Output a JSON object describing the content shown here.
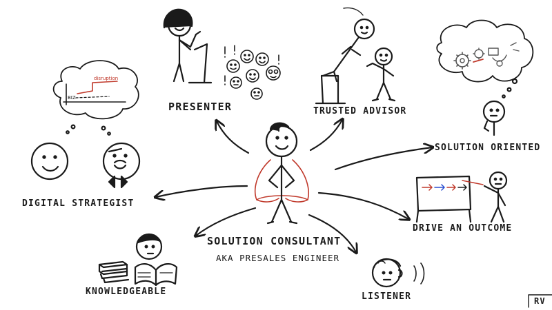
{
  "center": {
    "title": "SOLUTION CONSULTANT",
    "subtitle": "AKA PRESALES ENGINEER"
  },
  "roles": {
    "presenter": "PRESENTER",
    "trusted_advisor": "TRUSTED ADVISOR",
    "solution_oriented": "SOLUTION ORIENTED",
    "digital_strategist": "DIGITAL STRATEGIST",
    "drive_outcome": "DRIVE AN OUTCOME",
    "knowledgeable": "KNOWLEDGEABLE",
    "listener": "LISTENER"
  },
  "doodles": {
    "chart_biz": "BIZ",
    "chart_disruption": "disruption"
  },
  "signature": "RV",
  "colors": {
    "ink": "#1a1a1a",
    "cape": "#c0392b",
    "arrow_blue": "#2a4fd0",
    "arrow_red": "#c0392b",
    "gear": "#555555"
  }
}
